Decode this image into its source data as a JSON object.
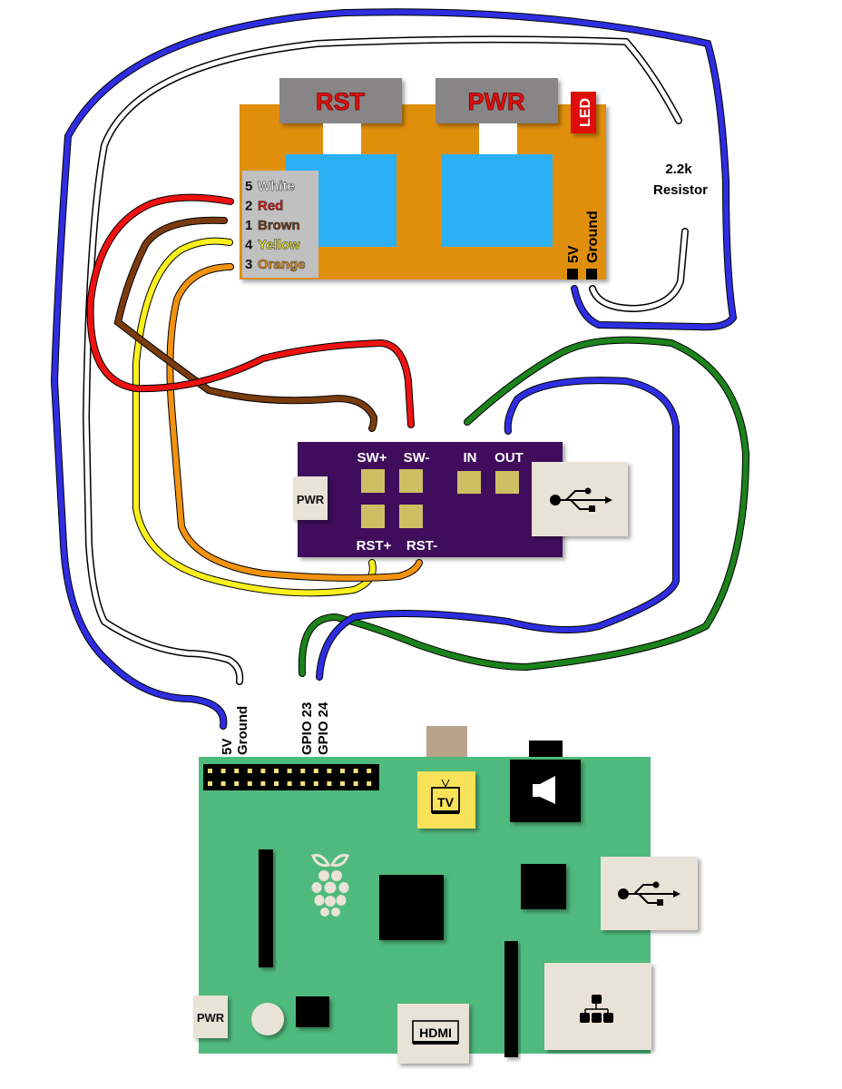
{
  "colors": {
    "pi_board": "#4fba7d",
    "atx_board": "#e08f0a",
    "relay": "#2bb0f5",
    "button_cap": "#878585",
    "button_text": "#e01010",
    "led": "#e01010",
    "controller_board": "#3f0c5c",
    "pad": "#cdbf63",
    "port_bg": "#e9e2d6",
    "tv_port": "#f7e25a",
    "tv_plug": "#b9a38d",
    "wire_blue": "#2e2ee0",
    "wire_red": "#ee1111",
    "wire_brown": "#7a3b0f",
    "wire_yellow": "#fbf01c",
    "wire_orange": "#f2930f",
    "wire_green": "#1c821c",
    "wire_white": "#ffffff"
  },
  "atx_module": {
    "buttons": [
      {
        "id": "rst",
        "label": "RST"
      },
      {
        "id": "pwr",
        "label": "PWR"
      }
    ],
    "led_label": "LED",
    "pin_legend": [
      {
        "number": "5",
        "name": "White",
        "color": "#ffffff"
      },
      {
        "number": "2",
        "name": "Red",
        "color": "#ee1111"
      },
      {
        "number": "1",
        "name": "Brown",
        "color": "#7a3b0f"
      },
      {
        "number": "4",
        "name": "Yellow",
        "color": "#fbf01c"
      },
      {
        "number": "3",
        "name": "Orange",
        "color": "#f2930f"
      }
    ],
    "power_pins": [
      "5V",
      "Ground"
    ]
  },
  "resistor_label": [
    "2.2k",
    "Resistor"
  ],
  "controller": {
    "pwr_label": "PWR",
    "pad_labels_top": [
      "SW+",
      "SW-",
      "IN",
      "OUT"
    ],
    "pad_labels_bottom": [
      "RST+",
      "RST-"
    ],
    "usb_icon": "usb-icon"
  },
  "raspberry_pi": {
    "header_labels": [
      "5V",
      "Ground",
      "GPIO 23",
      "GPIO 24"
    ],
    "tv_label": "TV",
    "audio_icon": "speaker-icon",
    "usb_icon": "usb-icon",
    "ethernet_icon": "network-icon",
    "hdmi_label": "HDMI",
    "pwr_label": "PWR",
    "logo": "raspberry-logo"
  },
  "wires": [
    {
      "name": "wire-5v-blue",
      "color": "#2e2ee0",
      "from": "Pi 5V",
      "to": "ATX 5V"
    },
    {
      "name": "wire-ground-white",
      "color": "#ffffff",
      "from": "Pi Ground",
      "to": "2.2k Resistor / ATX Ground"
    },
    {
      "name": "wire-red",
      "color": "#ee1111",
      "from": "ATX 2 Red",
      "to": "SW-"
    },
    {
      "name": "wire-brown",
      "color": "#7a3b0f",
      "from": "ATX 1 Brown",
      "to": "SW+"
    },
    {
      "name": "wire-yellow",
      "color": "#fbf01c",
      "from": "ATX 4 Yellow",
      "to": "RST+"
    },
    {
      "name": "wire-orange",
      "color": "#f2930f",
      "from": "ATX 3 Orange",
      "to": "RST-"
    },
    {
      "name": "wire-green",
      "color": "#1c821c",
      "from": "GPIO 23",
      "to": "IN"
    },
    {
      "name": "wire-blue-gpio",
      "color": "#2e2ee0",
      "from": "GPIO 24",
      "to": "OUT"
    }
  ]
}
